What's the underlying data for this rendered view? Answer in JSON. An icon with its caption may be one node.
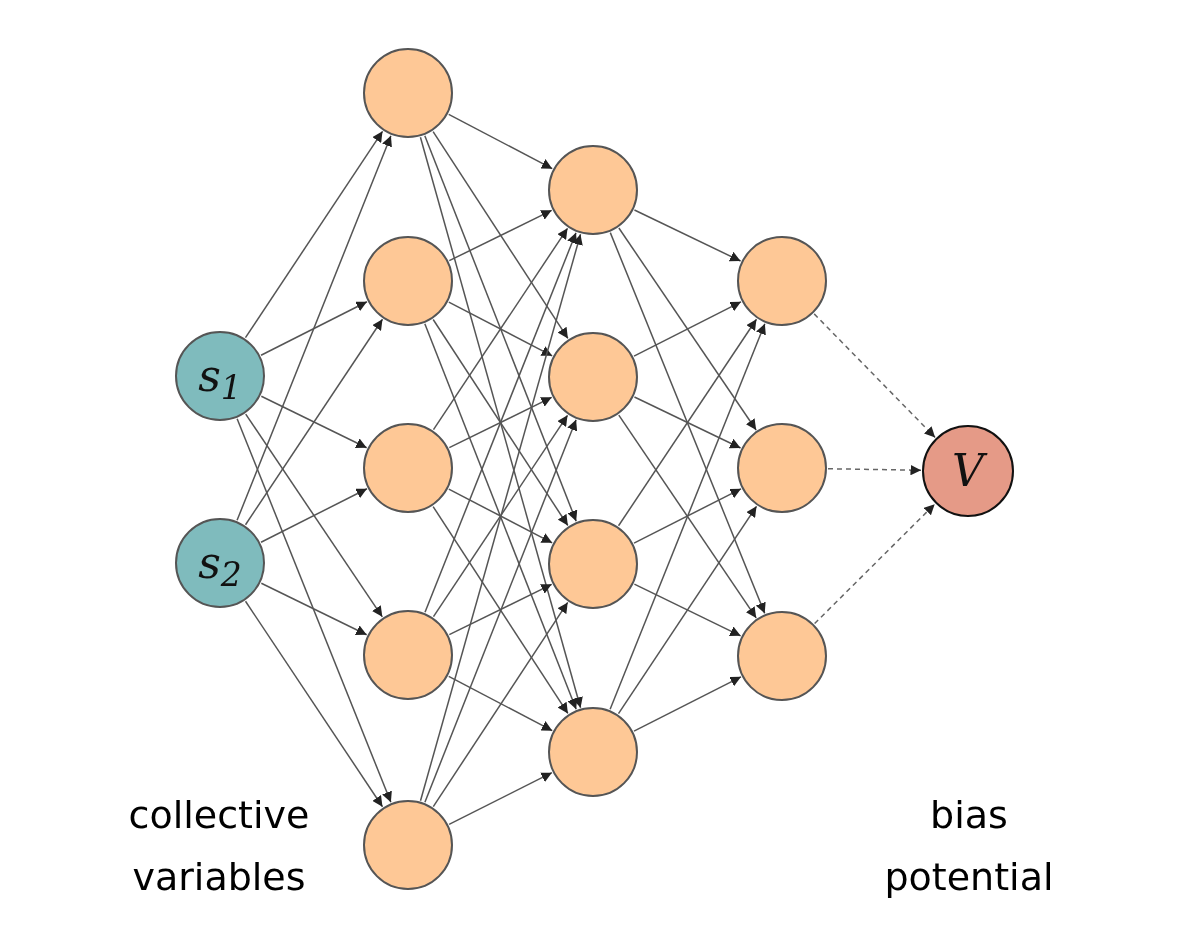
{
  "diagram": {
    "nodes": [
      {
        "text": [
          "s$_{1}$"
        ]
      },
      {
        "text": [
          "s$_{2}$"
        ]
      },
      {
        "text": [],
        "shape": "circle"
      },
      {
        "text": [],
        "shape": "circle"
      },
      {
        "text": [],
        "shape": "circle"
      },
      {
        "text": [],
        "shape": "circle"
      },
      {
        "text": [],
        "shape": "circle"
      },
      {
        "text": [],
        "shape": "circle"
      },
      {
        "text": [],
        "shape": "circle"
      },
      {
        "text": [],
        "shape": "circle"
      },
      {
        "text": [],
        "shape": "circle"
      },
      {
        "text": [],
        "shape": "circle"
      },
      {
        "text": [],
        "shape": "circle"
      },
      {
        "text": [],
        "shape": "circle"
      },
      {
        "text": [
          "V"
        ]
      }
    ],
    "edges": [
      {
        "from": 0,
        "to": 2,
        "arrow": "to"
      },
      {
        "from": 0,
        "to": 3,
        "arrow": "to"
      },
      {
        "from": 0,
        "to": 4,
        "arrow": "to"
      },
      {
        "from": 0,
        "to": 5,
        "arrow": "to"
      },
      {
        "from": 0,
        "to": 6,
        "arrow": "to"
      },
      {
        "from": 1,
        "to": 2,
        "arrow": "to"
      },
      {
        "from": 1,
        "to": 3,
        "arrow": "to"
      },
      {
        "from": 1,
        "to": 4,
        "arrow": "to"
      },
      {
        "from": 1,
        "to": 5,
        "arrow": "to"
      },
      {
        "from": 1,
        "to": 6,
        "arrow": "to"
      },
      {
        "from": 2,
        "to": 7,
        "arrow": "to"
      },
      {
        "from": 2,
        "to": 8,
        "arrow": "to"
      },
      {
        "from": 2,
        "to": 9,
        "arrow": "to"
      },
      {
        "from": 2,
        "to": 10,
        "arrow": "to"
      },
      {
        "from": 3,
        "to": 7,
        "arrow": "to"
      },
      {
        "from": 3,
        "to": 8,
        "arrow": "to"
      },
      {
        "from": 3,
        "to": 9,
        "arrow": "to"
      },
      {
        "from": 3,
        "to": 10,
        "arrow": "to"
      },
      {
        "from": 4,
        "to": 7,
        "arrow": "to"
      },
      {
        "from": 4,
        "to": 8,
        "arrow": "to"
      },
      {
        "from": 4,
        "to": 9,
        "arrow": "to"
      },
      {
        "from": 4,
        "to": 10,
        "arrow": "to"
      },
      {
        "from": 5,
        "to": 7,
        "arrow": "to"
      },
      {
        "from": 5,
        "to": 8,
        "arrow": "to"
      },
      {
        "from": 5,
        "to": 9,
        "arrow": "to"
      },
      {
        "from": 5,
        "to": 10,
        "arrow": "to"
      },
      {
        "from": 6,
        "to": 7,
        "arrow": "to"
      },
      {
        "from": 6,
        "to": 8,
        "arrow": "to"
      },
      {
        "from": 6,
        "to": 9,
        "arrow": "to"
      },
      {
        "from": 6,
        "to": 10,
        "arrow": "to"
      },
      {
        "from": 7,
        "to": 11,
        "arrow": "to"
      },
      {
        "from": 7,
        "to": 12,
        "arrow": "to"
      },
      {
        "from": 7,
        "to": 13,
        "arrow": "to"
      },
      {
        "from": 8,
        "to": 11,
        "arrow": "to"
      },
      {
        "from": 8,
        "to": 12,
        "arrow": "to"
      },
      {
        "from": 8,
        "to": 13,
        "arrow": "to"
      },
      {
        "from": 9,
        "to": 11,
        "arrow": "to"
      },
      {
        "from": 9,
        "to": 12,
        "arrow": "to"
      },
      {
        "from": 9,
        "to": 13,
        "arrow": "to"
      },
      {
        "from": 10,
        "to": 11,
        "arrow": "to"
      },
      {
        "from": 10,
        "to": 12,
        "arrow": "to"
      },
      {
        "from": 10,
        "to": 13,
        "arrow": "to"
      },
      {
        "from": 11,
        "to": 14,
        "arrow": "to",
        "style": "dashed"
      },
      {
        "from": 12,
        "to": 14,
        "arrow": "to",
        "style": "dashed"
      },
      {
        "from": 13,
        "to": 14,
        "arrow": "to",
        "style": "dashed"
      }
    ],
    "labels": [
      "collective variables",
      "bias potential"
    ]
  }
}
